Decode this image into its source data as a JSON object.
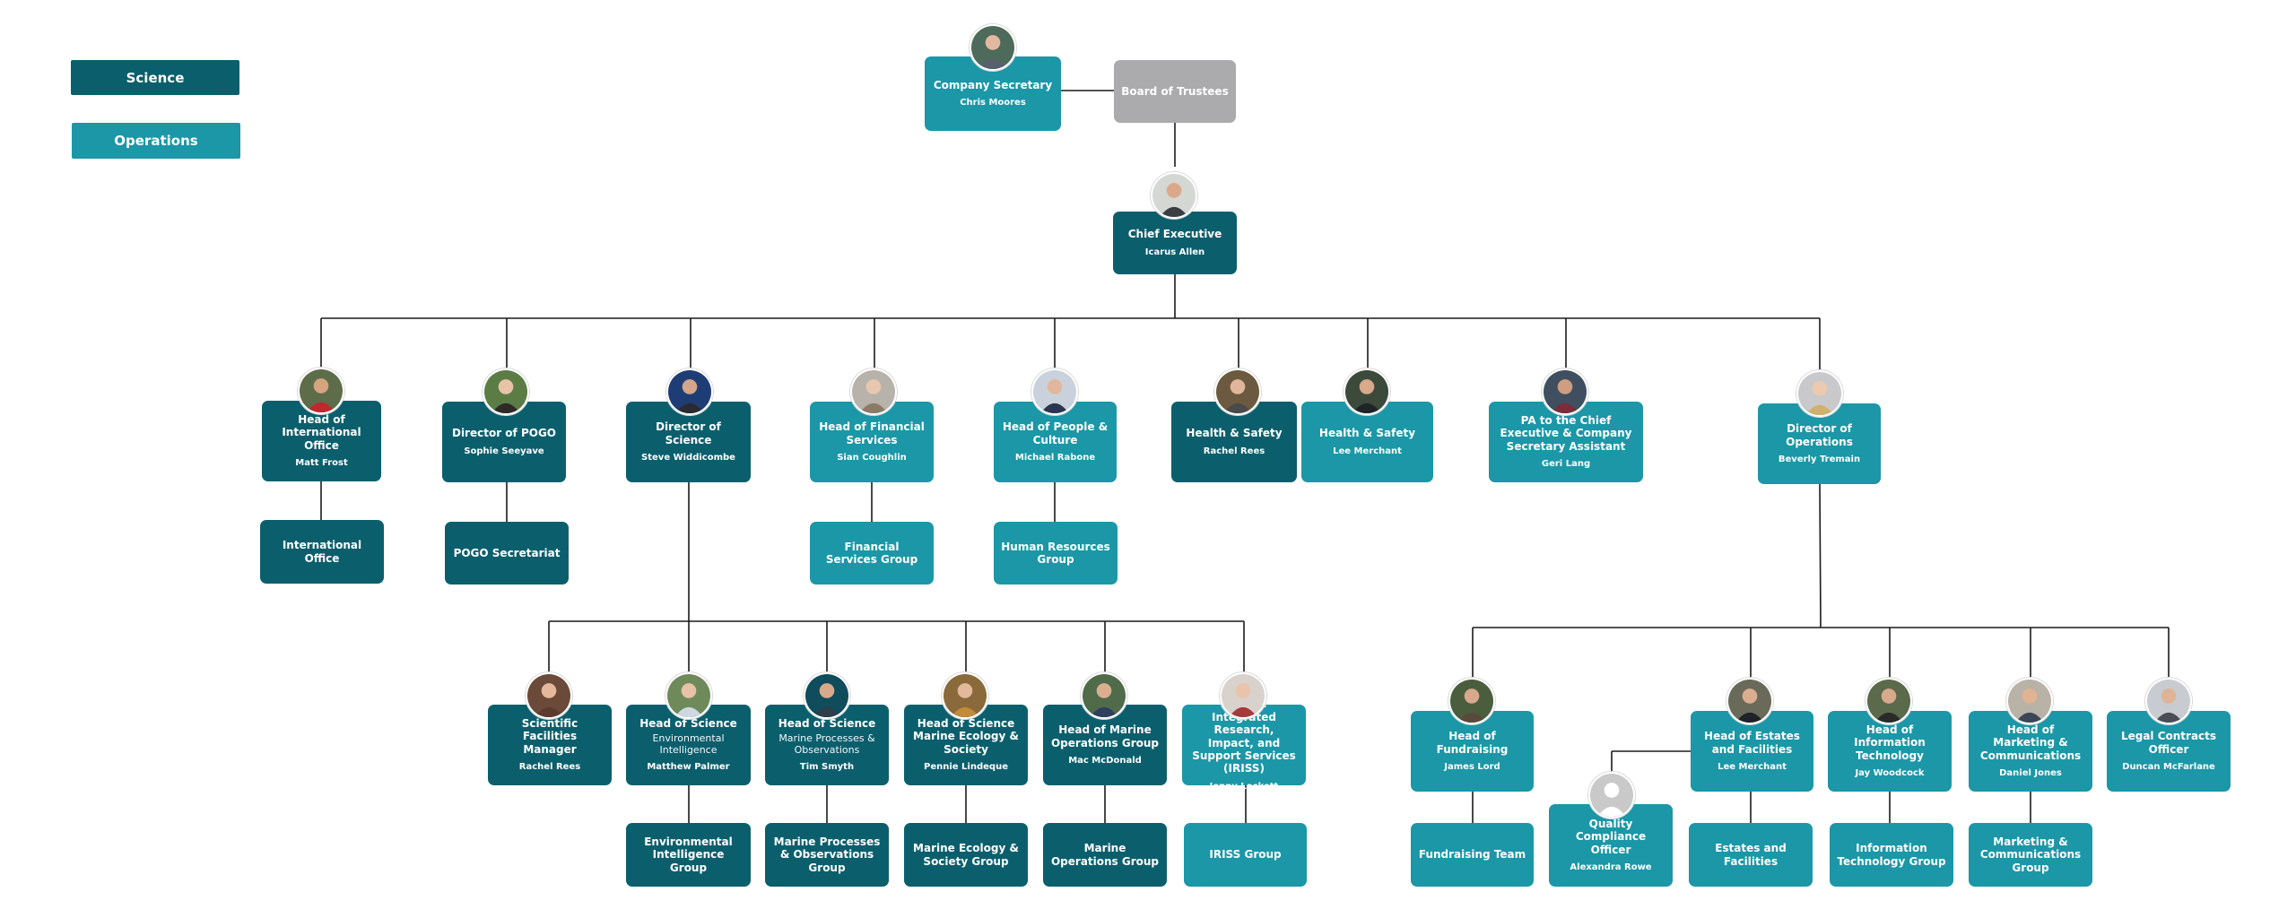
{
  "colors": {
    "operations": "#1b97a7",
    "science": "#0b5f6d",
    "board": "#ababae",
    "line": "#1a1a1a"
  },
  "legend": {
    "science": "Science",
    "operations": "Operations"
  },
  "nodes": {
    "secretary": {
      "title": "Company Secretary",
      "name": "Chris Moores"
    },
    "board": {
      "title": "Board of Trustees"
    },
    "ceo": {
      "title": "Chief Executive",
      "name": "Icarus Allen"
    },
    "intl_head": {
      "title": "Head of International Office",
      "name": "Matt Frost"
    },
    "pogo_dir": {
      "title": "Director of POGO",
      "name": "Sophie Seeyave"
    },
    "sci_dir": {
      "title": "Director of Science",
      "name": "Steve Widdicombe"
    },
    "fin_head": {
      "title": "Head of Financial Services",
      "name": "Sian Coughlin"
    },
    "people_head": {
      "title": "Head of People & Culture",
      "name": "Michael Rabone"
    },
    "hs_sci": {
      "title": "Health & Safety",
      "name": "Rachel Rees"
    },
    "hs_ops": {
      "title": "Health & Safety",
      "name": "Lee Merchant"
    },
    "pa": {
      "title": "PA to the Chief Executive & Company Secretary Assistant",
      "name": "Geri Lang"
    },
    "ops_dir": {
      "title": "Director of Operations",
      "name": "Beverly Tremain"
    },
    "intl_office": {
      "title": "International Office"
    },
    "pogo_sec": {
      "title": "POGO Secretariat"
    },
    "fin_group": {
      "title": "Financial Services Group"
    },
    "hr_group": {
      "title": "Human Resources Group"
    },
    "sfm": {
      "title": "Scientific Facilities Manager",
      "name": "Rachel Rees"
    },
    "hos_ei": {
      "title": "Head of Science",
      "desc": "Environmental Intelligence",
      "name": "Matthew Palmer"
    },
    "hos_mpo": {
      "title": "Head of Science",
      "desc": "Marine Processes & Observations",
      "name": "Tim Smyth"
    },
    "hos_mes": {
      "title": "Head of Science Marine Ecology & Society",
      "name": "Pennie Lindeque"
    },
    "hmog": {
      "title": "Head of Marine Operations Group",
      "name": "Mac McDonald"
    },
    "iriss_head": {
      "title": "Head of Integrated Research, Impact, and Support Services (IRISS)",
      "name": "Jenny Lockett"
    },
    "ei_group": {
      "title": "Environmental Intelligence Group"
    },
    "mpo_group": {
      "title": "Marine Processes & Observations Group"
    },
    "mes_group": {
      "title": "Marine Ecology & Society Group"
    },
    "mog_group": {
      "title": "Marine Operations Group"
    },
    "iriss_group": {
      "title": "IRISS Group"
    },
    "fund_head": {
      "title": "Head of Fundraising",
      "name": "James Lord"
    },
    "qco": {
      "title": "Quality Compliance Officer",
      "name": "Alexandra Rowe"
    },
    "estates_head": {
      "title": "Head of Estates and Facilities",
      "name": "Lee Merchant"
    },
    "it_head": {
      "title": "Head of Information Technology",
      "name": "Jay Woodcock"
    },
    "mkt_head": {
      "title": "Head of Marketing & Communications",
      "name": "Daniel Jones"
    },
    "legal": {
      "title": "Legal Contracts Officer",
      "name": "Duncan McFarlane"
    },
    "fund_team": {
      "title": "Fundraising Team"
    },
    "estates_fac": {
      "title": "Estates and Facilities"
    },
    "it_group": {
      "title": "Information Technology Group"
    },
    "mkt_group": {
      "title": "Marketing & Communications Group"
    }
  }
}
